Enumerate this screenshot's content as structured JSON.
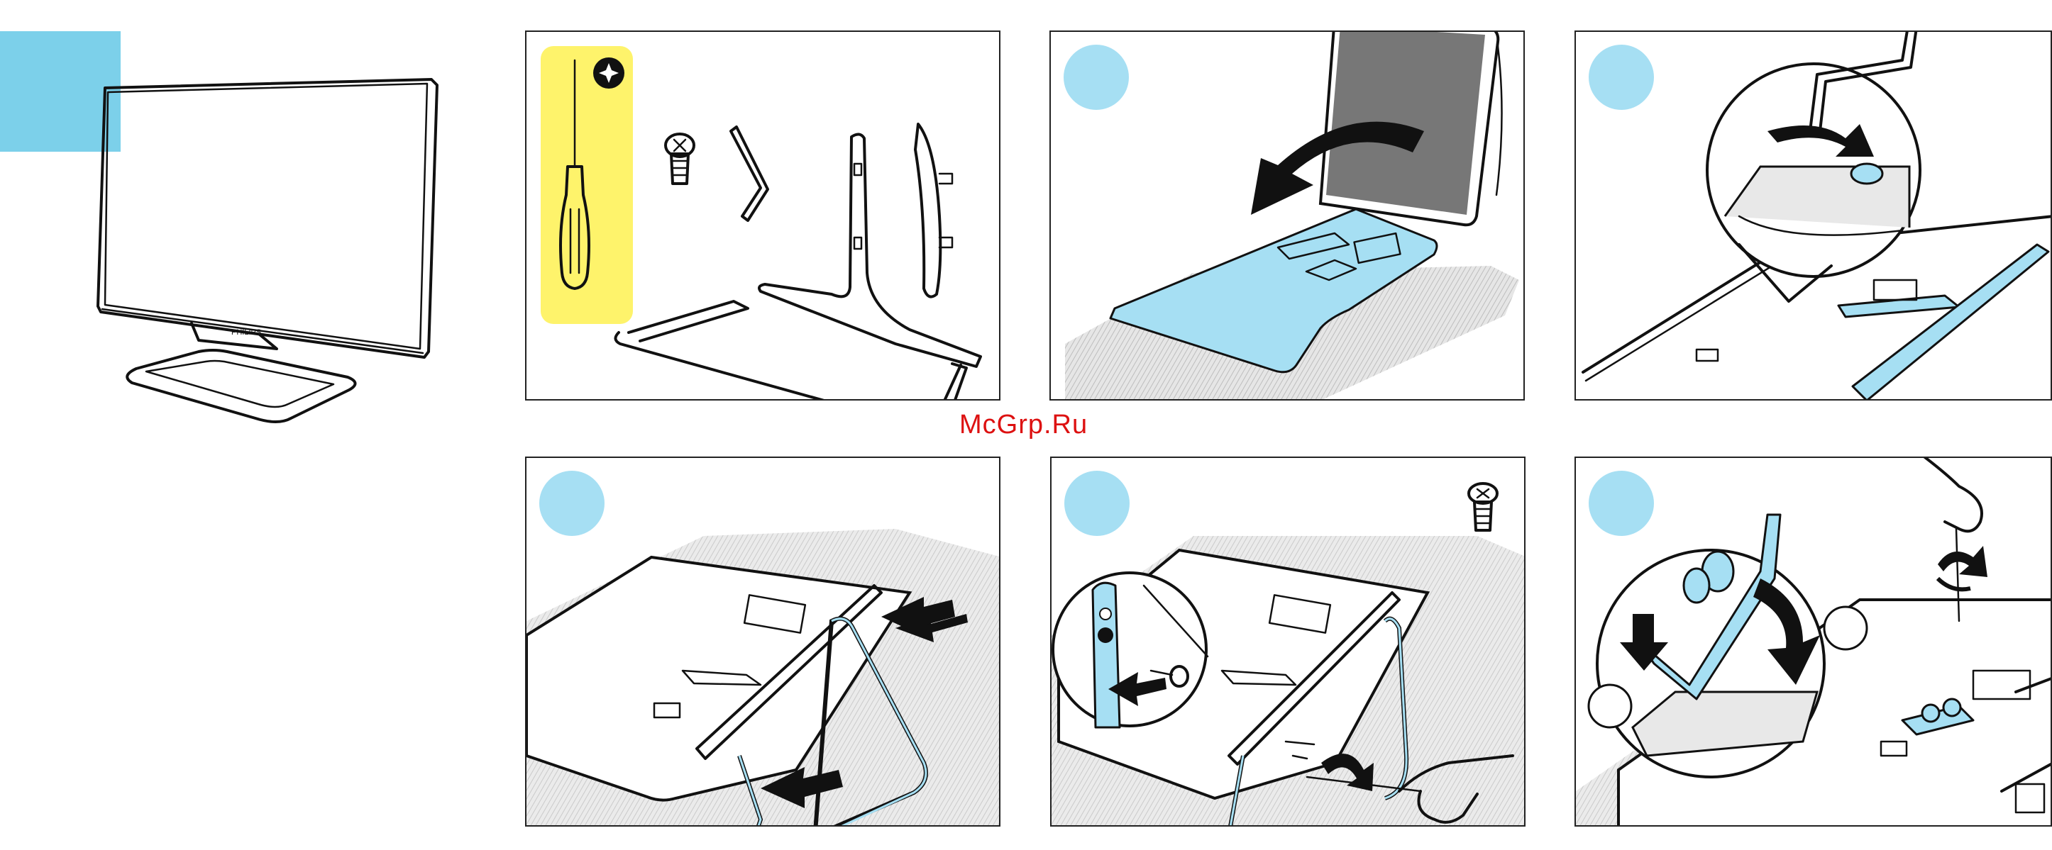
{
  "watermark": "McGrp.Ru",
  "monitor_logo": "PHILIPS",
  "colors": {
    "tab": "#7cd0ea",
    "step_circle": "#a6dff3",
    "tool_highlight": "#fef36b",
    "watermark": "#dd1111"
  },
  "panels": [
    {
      "id": "parts",
      "icons": [
        "screwdriver-icon",
        "star-bit-icon",
        "screw-icon",
        "hex-key-icon",
        "stand-neck-icon",
        "stand-base-icon"
      ]
    },
    {
      "id": "step-place-monitor",
      "icons": [
        "step-circle",
        "curved-arrow-icon"
      ]
    },
    {
      "id": "step-attach-neck",
      "icons": [
        "step-circle",
        "hex-key-icon",
        "rotate-arrow-icon"
      ]
    },
    {
      "id": "step-attach-base",
      "icons": [
        "step-circle",
        "push-arrow-icon"
      ]
    },
    {
      "id": "step-insert-screws",
      "icons": [
        "step-circle",
        "screw-icon",
        "screwdriver-hand-icon"
      ]
    },
    {
      "id": "step-tighten",
      "icons": [
        "step-circle",
        "rotate-arrow-icon",
        "hand-icon"
      ]
    }
  ]
}
